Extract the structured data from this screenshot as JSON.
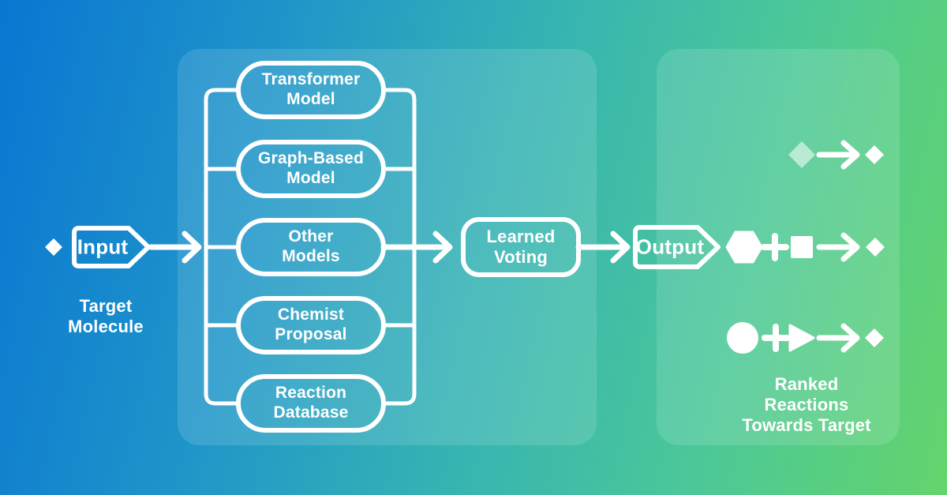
{
  "flow": {
    "input": {
      "label": "Input",
      "caption": "Target\nMolecule"
    },
    "models": [
      {
        "label": "Transformer\nModel"
      },
      {
        "label": "Graph-Based\nModel"
      },
      {
        "label": "Other\nModels"
      },
      {
        "label": "Chemist\nProposal"
      },
      {
        "label": "Reaction\nDatabase"
      }
    ],
    "voting": {
      "label": "Learned\nVoting"
    },
    "output": {
      "label": "Output",
      "caption": "Ranked Reactions\nTowards Target"
    }
  },
  "ranked_reactions": [
    {
      "reactants": [
        "diamond-faded-icon"
      ],
      "operator": "",
      "product": "diamond-icon"
    },
    {
      "reactants": [
        "hexagon-icon",
        "square-icon"
      ],
      "operator": "+",
      "product": "diamond-icon"
    },
    {
      "reactants": [
        "circle-icon",
        "triangle-icon"
      ],
      "operator": "+",
      "product": "diamond-icon"
    }
  ],
  "colors": {
    "gradient": [
      "#0a76d2",
      "#1f96c9",
      "#35b3b3",
      "#4cc898",
      "#64d46c"
    ],
    "panel_overlay": "rgba(255,255,255,0.13)",
    "line_color": "#ffffff"
  }
}
